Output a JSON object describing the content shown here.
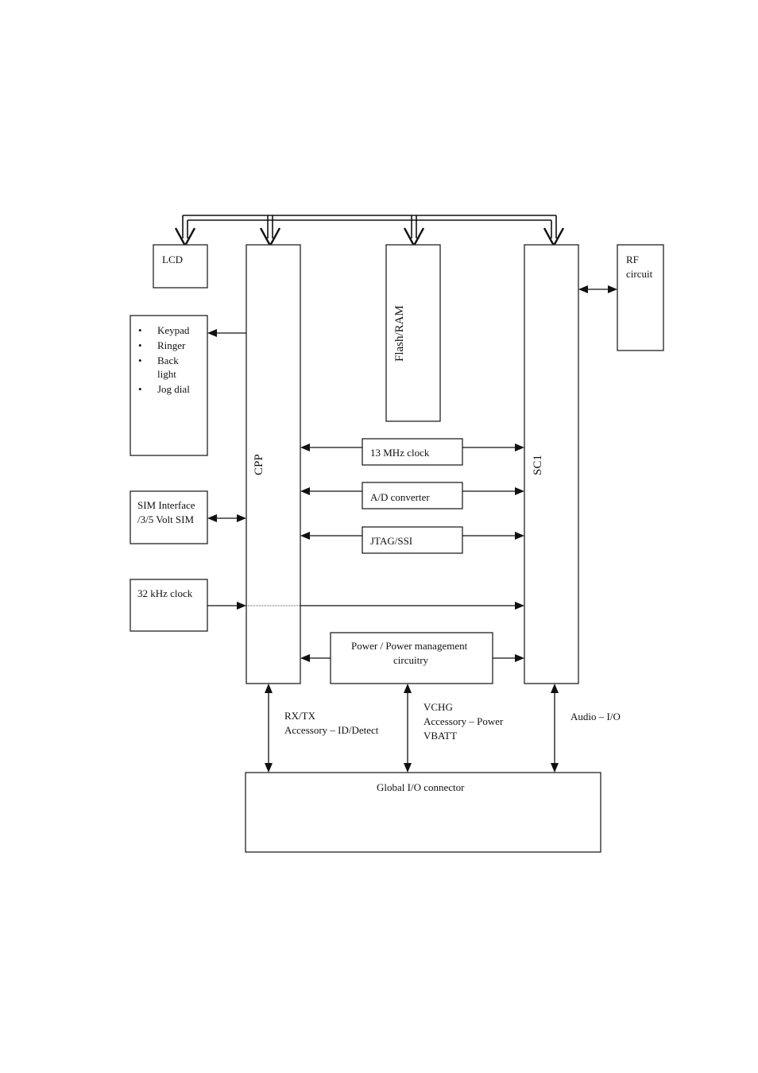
{
  "blocks": {
    "lcd": "LCD",
    "keypad_items": [
      "Keypad",
      "Ringer",
      "Back",
      "light",
      "Jog dial"
    ],
    "sim_line1": "SIM Interface",
    "sim_line2": "/3/5 Volt SIM",
    "clock32": "32 kHz clock",
    "cpp": "CPP",
    "flash_ram": "Flash/RAM",
    "sc1": "SC1",
    "rf_line1": "RF",
    "rf_line2": "circuit",
    "clock13": "13 MHz clock",
    "ad_converter": "A/D converter",
    "jtag_ssi": "JTAG/SSI",
    "power_line1": "Power / Power management",
    "power_line2": "circuitry",
    "global_io": "Global I/O connector"
  },
  "signals": {
    "cpp_io_1": "RX/TX",
    "cpp_io_2": "Accessory – ID/Detect",
    "power_io_1": "VCHG",
    "power_io_2": "Accessory – Power",
    "power_io_3": "VBATT",
    "sc1_io": "Audio – I/O"
  }
}
